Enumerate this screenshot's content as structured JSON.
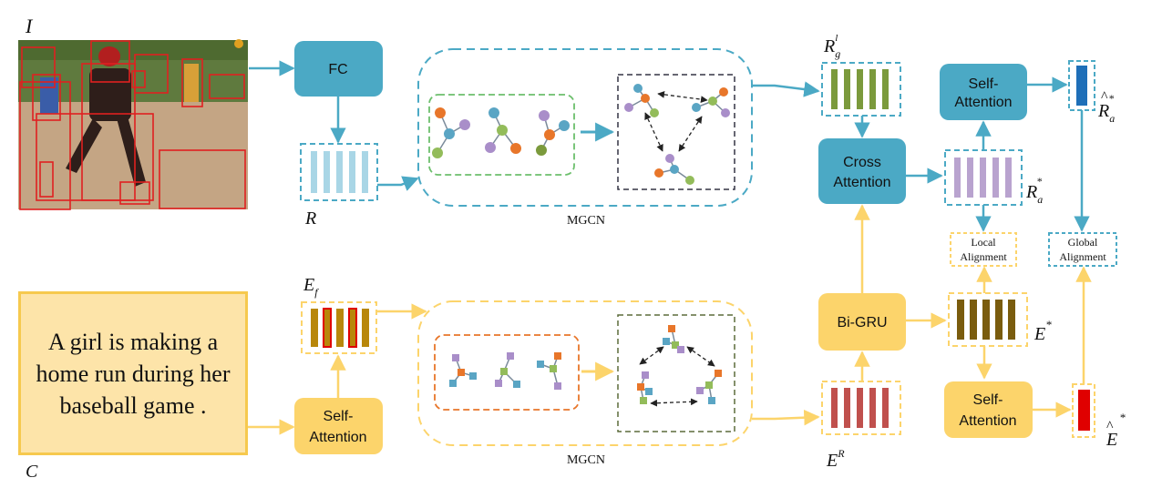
{
  "labels": {
    "image": "I",
    "caption": "C",
    "region": "R",
    "word": "E",
    "word_sub": "f",
    "graph_region": "R",
    "graph_region_sub": "g",
    "graph_region_sup": "l",
    "attended_region": "R",
    "attended_region_sub": "a",
    "attended_region_sup": "*",
    "pooled_region": "R",
    "pooled_region_sub": "a",
    "pooled_region_sup": "*",
    "word_graph": "E",
    "word_graph_sup": "R",
    "text_feature": "E",
    "text_feature_sup": "*",
    "pooled_text": "E",
    "pooled_text_sup": "*",
    "mgcn_top": "MGCN",
    "mgcn_bottom": "MGCN"
  },
  "boxes": {
    "fc": "FC",
    "cross_attention_1": "Cross",
    "cross_attention_2": "Attention",
    "self_attention_top_1": "Self-",
    "self_attention_top_2": "Attention",
    "self_attention_text_1": "Self-",
    "self_attention_text_2": "Attention",
    "self_attention_right_1": "Self-",
    "self_attention_right_2": "Attention",
    "bigru": "Bi-GRU",
    "local_alignment_1": "Local",
    "local_alignment_2": "Alignment",
    "global_alignment_1": "Global",
    "global_alignment_2": "Alignment"
  },
  "caption_text": "A girl is making a home run during her baseball game .",
  "colors": {
    "teal": "#4ba9c5",
    "yellow": "#fcd46b",
    "yellow_fill": "#fde4a9",
    "region_bar": "#a9d6e6",
    "graph_bar": "#7b9a3c",
    "attended_bar": "#b9a3cf",
    "word_bar": "#b8870b",
    "word_bar_hl": "#c0392b",
    "word_graph_bar": "#c0504d",
    "text_bar": "#7a5c0e",
    "pooled_region_bar": "#1f6fb8",
    "pooled_text_bar": "#e00000",
    "graph_orange": "#e8762a",
    "graph_purple": "#a98ec9",
    "graph_green": "#93bc5a",
    "graph_teal": "#5aa5c4"
  }
}
